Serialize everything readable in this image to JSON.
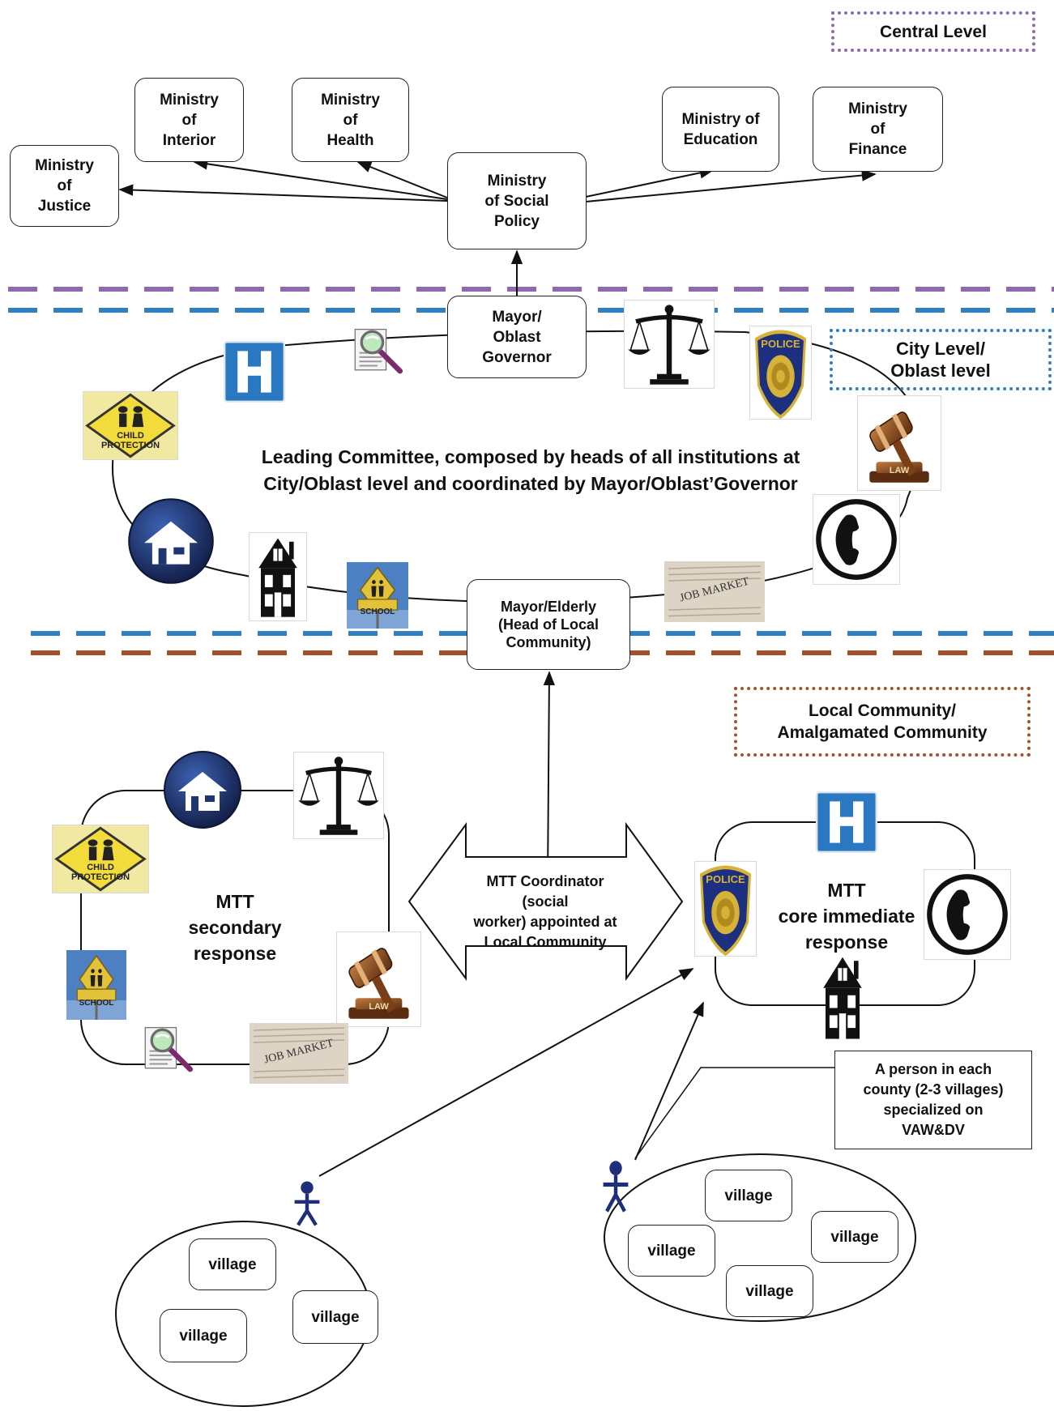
{
  "central": {
    "level_label": "Central Level",
    "ministries": {
      "justice": "Ministry\nof\nJustice",
      "interior": "Ministry\nof\nInterior",
      "health": "Ministry\nof\nHealth",
      "social_policy": "Ministry\nof Social\nPolicy",
      "education": "Ministry of\nEducation",
      "finance": "Ministry\nof\nFinance"
    }
  },
  "city": {
    "level_label": "City Level/\nOblast level",
    "mayor_box": "Mayor/\nOblast\nGovernor",
    "committee_text": "Leading Committee, composed by heads of all institutions at\nCity/Oblast level and coordinated by Mayor/Oblast’Governor",
    "local_head_box": "Mayor/Elderly\n(Head of Local\nCommunity)"
  },
  "local": {
    "level_label": "Local Community/\nAmalgamated Community",
    "coordinator_text": "MTT Coordinator (social\nworker) appointed at\nLocal Community",
    "secondary_label": "MTT\nsecondary\nresponse",
    "core_label": "MTT\ncore immediate\nresponse",
    "person_note": "A person in each\ncounty (2-3 villages)\nspecialized on\nVAW&DV",
    "village_label": "village"
  },
  "icon_text": {
    "police": "POLICE",
    "law": "LAW",
    "school": "SCHOOL",
    "child_protection": "CHILD\nPROTECTION",
    "job_market": "JOB MARKET"
  },
  "colors": {
    "central_dash": "#8e6bb0",
    "city_dash": "#2f7fc1",
    "local_dash": "#a0522d",
    "hospital_blue": "#2b78c2",
    "home_navy": "#1f3571",
    "person_navy": "#1f2e7a",
    "sign_yellow": "#f2dc3c"
  }
}
